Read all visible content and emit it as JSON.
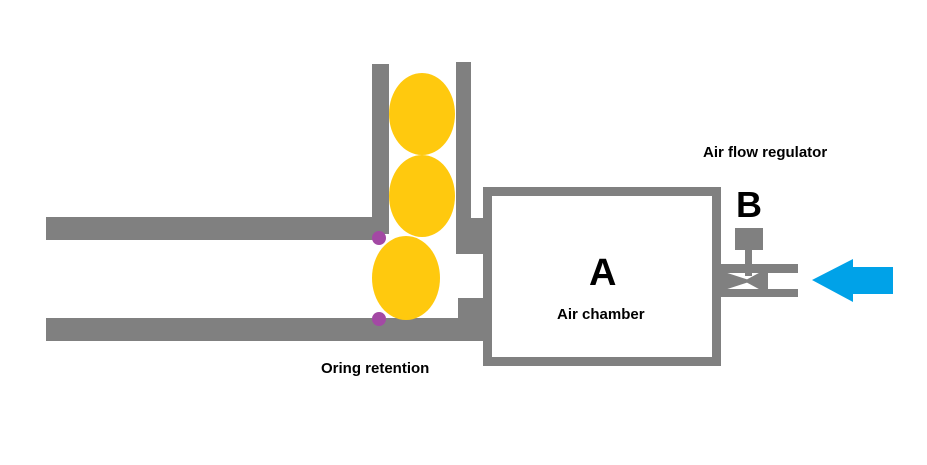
{
  "labels": {
    "regulator": "Air flow regulator",
    "valve_letter": "B",
    "chamber_letter": "A",
    "chamber": "Air chamber",
    "oring": "Oring retention"
  },
  "colors": {
    "wall": "#808080",
    "ball": "#FFC90E",
    "oring": "#A349A4",
    "arrow": "#00A2E8",
    "background": "#FFFFFF",
    "text": "#000000"
  },
  "icons": {
    "arrow": "left-arrow",
    "ring": "oring-dot"
  }
}
